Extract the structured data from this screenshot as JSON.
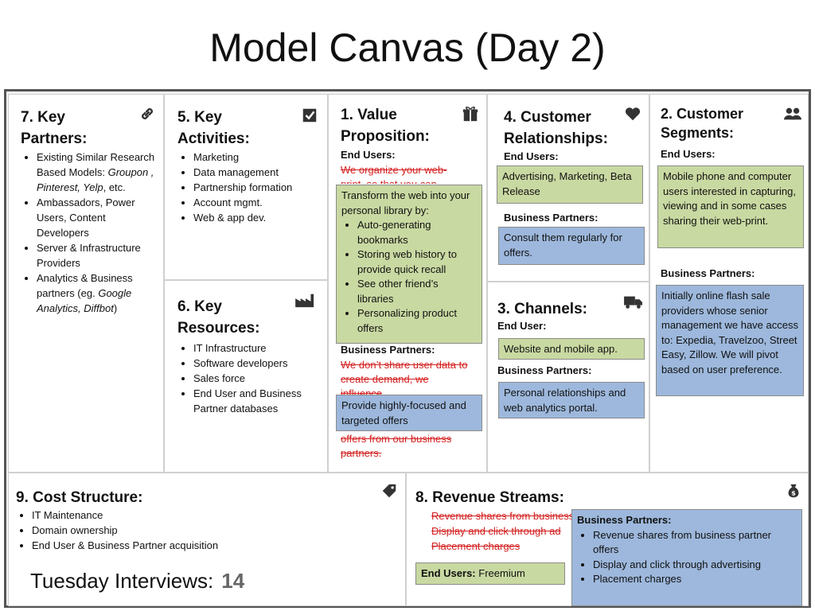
{
  "title": "Model Canvas (Day 2)",
  "key_partners": {
    "heading_line1": "7. Key",
    "heading_line2": "Partners:",
    "icon": "link-icon",
    "items": [
      "Existing Similar Research Based Models: Groupon , Pinterest, Yelp, etc.",
      "Ambassadors, Power Users, Content Developers",
      "Server & Infrastructure Providers",
      "Analytics & Business partners (eg. Google Analytics, Diffbot)"
    ],
    "item1_text": "Existing Similar Research Based Models: ",
    "item1_italic": "Groupon , Pinterest, Yelp",
    "item1_tail": ", etc.",
    "item4_text": "Analytics & Business partners (eg. ",
    "item4_italic": "Google Analytics, Diffbot",
    "item4_tail": ")"
  },
  "key_activities": {
    "heading_line1": "5. Key",
    "heading_line2": "Activities:",
    "icon": "checkbox-icon",
    "items": [
      "Marketing",
      "Data  management",
      "Partnership formation",
      "Account mgmt.",
      "Web & app dev."
    ]
  },
  "key_resources": {
    "heading_line1": "6. Key",
    "heading_line2": "Resources:",
    "icon": "factory-icon",
    "items": [
      "IT Infrastructure",
      "Software developers",
      "Sales force",
      "End User and Business Partner databases"
    ]
  },
  "value_proposition": {
    "heading_line1": "1. Value",
    "heading_line2": "Proposition:",
    "icon": "gift-icon",
    "end_users_label": "End Users:",
    "struck_end_users": "We organize your web-print, so that you can",
    "green_note_intro": "Transform the web into your personal library by:",
    "green_note_items": [
      "Auto-generating bookmarks",
      "Storing web history to provide quick recall",
      "See other friend’s libraries",
      "Personalizing product offers"
    ],
    "partners_label": "Business  Partners:",
    "struck_partners": "We don’t share user data to create demand, we influence",
    "blue_note": "Provide highly-focused and targeted offers",
    "struck_partners_tail": "offers from our business partners."
  },
  "customer_relationships": {
    "heading_line1": "4. Customer",
    "heading_line2": "Relationships:",
    "icon": "heart-icon",
    "end_users_label": "End Users:",
    "green_note": "Advertising, Marketing, Beta Release",
    "partners_label": "Business Partners:",
    "blue_note": "Consult them regularly for offers."
  },
  "channels": {
    "heading": "3. Channels:",
    "icon": "truck-icon",
    "end_user_label": "End User:",
    "green_note": "Website and mobile app.",
    "partners_label": "Business Partners:",
    "blue_note": "Personal relationships and web analytics portal."
  },
  "customer_segments": {
    "heading_line1": "2. Customer",
    "heading_line2": "Segments:",
    "icon": "users-icon",
    "end_users_label": "End Users:",
    "green_note": "Mobile phone and computer users interested in capturing, viewing and in some cases sharing their web-print.",
    "partners_label": "Business Partners:",
    "blue_note": "Initially online flash sale providers whose senior management we have access to: Expedia, Travelzoo, Street Easy, Zillow. We will pivot based on user preference."
  },
  "cost_structure": {
    "heading": "9. Cost Structure:",
    "icon": "tag-icon",
    "items": [
      "IT Maintenance",
      "Domain ownership",
      "End User & Business Partner acquisition"
    ]
  },
  "revenue_streams": {
    "heading": "8. Revenue Streams:",
    "icon": "money-bag-icon",
    "struck_items": [
      "Revenue shares from business",
      "Display and click through ad",
      "Placement charges"
    ],
    "end_users_label": "End Users:",
    "end_users_value": "Freemium",
    "partners_label": "Business Partners:",
    "partner_items": [
      "Revenue shares from business partner offers",
      "Display and click through advertising",
      "Placement charges"
    ]
  },
  "footer": {
    "label": "Tuesday Interviews:",
    "count": "14"
  },
  "colors": {
    "green_note": "#c9d9a2",
    "blue_note": "#9db8dc",
    "struck_text": "#d42020"
  }
}
